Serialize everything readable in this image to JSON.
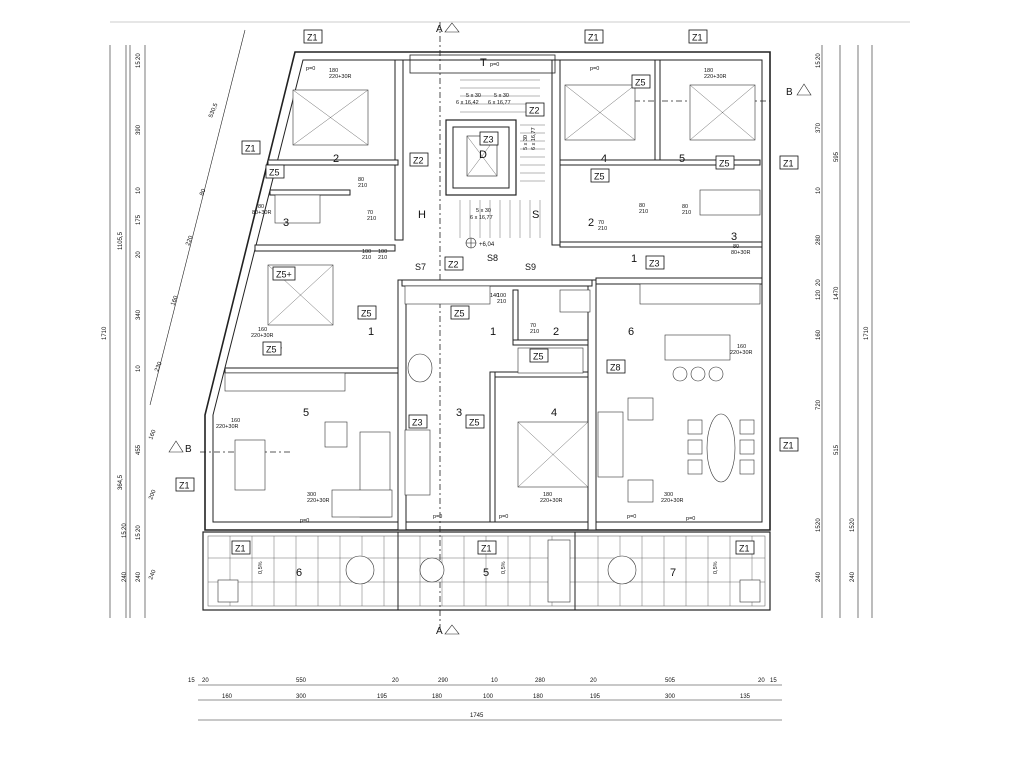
{
  "plan": {
    "rooms": [
      {
        "id": "w-2",
        "text": "2"
      },
      {
        "id": "w-3",
        "text": "3"
      },
      {
        "id": "w-1",
        "text": "1"
      },
      {
        "id": "w-4",
        "text": "4"
      },
      {
        "id": "w-5",
        "text": "5"
      },
      {
        "id": "w-6",
        "text": "6"
      },
      {
        "id": "h",
        "text": "H"
      },
      {
        "id": "s",
        "text": "S"
      },
      {
        "id": "d",
        "text": "D"
      },
      {
        "id": "t",
        "text": "T"
      },
      {
        "id": "m-1",
        "text": "1"
      },
      {
        "id": "m-2",
        "text": "2"
      },
      {
        "id": "m-3",
        "text": "3"
      },
      {
        "id": "m-4",
        "text": "4"
      },
      {
        "id": "m-5",
        "text": "5"
      },
      {
        "id": "e-4",
        "text": "4"
      },
      {
        "id": "e-5",
        "text": "5"
      },
      {
        "id": "e-2",
        "text": "2"
      },
      {
        "id": "e-3",
        "text": "3"
      },
      {
        "id": "e-1",
        "text": "1"
      },
      {
        "id": "e-6",
        "text": "6"
      },
      {
        "id": "e-7",
        "text": "7"
      }
    ],
    "tags": [
      {
        "id": "z1-top-left",
        "text": "Z1"
      },
      {
        "id": "z1-top-mid",
        "text": "Z1"
      },
      {
        "id": "z1-top-right",
        "text": "Z1"
      },
      {
        "id": "z1-left",
        "text": "Z1"
      },
      {
        "id": "z1-right-top",
        "text": "Z1"
      },
      {
        "id": "z1-right-mid",
        "text": "Z1"
      },
      {
        "id": "z1-bottom-left",
        "text": "Z1"
      },
      {
        "id": "z1-bottom-sw",
        "text": "Z1"
      },
      {
        "id": "z1-bottom-mid",
        "text": "Z1"
      },
      {
        "id": "z1-bottom-right",
        "text": "Z1"
      },
      {
        "id": "z2-left",
        "text": "Z2"
      },
      {
        "id": "z2-right",
        "text": "Z2"
      },
      {
        "id": "z2-hall",
        "text": "Z2"
      },
      {
        "id": "z3-core",
        "text": "Z3"
      },
      {
        "id": "z3-right",
        "text": "Z3"
      },
      {
        "id": "z3-mid",
        "text": "Z3"
      },
      {
        "id": "z5-a",
        "text": "Z5"
      },
      {
        "id": "z5-b",
        "text": "Z5+"
      },
      {
        "id": "z5-c",
        "text": "Z5"
      },
      {
        "id": "z5-d",
        "text": "Z5"
      },
      {
        "id": "z5-e",
        "text": "Z5"
      },
      {
        "id": "z5-f",
        "text": "Z5"
      },
      {
        "id": "z5-g",
        "text": "Z5"
      },
      {
        "id": "z5-h",
        "text": "Z5"
      },
      {
        "id": "z5-i",
        "text": "Z5"
      },
      {
        "id": "z5-j",
        "text": "Z5"
      },
      {
        "id": "z8",
        "text": "Z8"
      }
    ],
    "level_mark": "+6,04",
    "s_labels": [
      "S7",
      "S8",
      "S9"
    ],
    "section_marks": [
      "A",
      "A",
      "B",
      "B"
    ],
    "stair_notes": [
      "5 x 30",
      "6 x 16,42",
      "5 x 30",
      "6 x 16,77",
      "5 x 30",
      "6 x 16,77",
      "5 x 30",
      "6 x 16,77"
    ],
    "door_notes": [
      "80",
      "210",
      "70",
      "210",
      "100",
      "210",
      "100",
      "210",
      "70",
      "210",
      "80",
      "210",
      "80",
      "210",
      "70",
      "210",
      "160",
      "220+30R",
      "160",
      "220+30R",
      "160",
      "220+30R",
      "180",
      "220+30R",
      "300",
      "220+30R",
      "300",
      "220+30R",
      "80",
      "80+30R",
      "80",
      "80+30R",
      "180",
      "220+30R",
      "180",
      "220+30R",
      "100",
      "210",
      "140",
      "p=0",
      "p=0",
      "p=0",
      "p=0",
      "p=0",
      "p=0",
      "p=0",
      "p=0"
    ],
    "slope": "0,5%",
    "left_dims_outer": [
      "1710"
    ],
    "left_dims_mid": [
      "1105,5",
      "364,5"
    ],
    "left_dims_inner": [
      "20",
      "15",
      "390",
      "10",
      "175",
      "20",
      "340",
      "10",
      "455",
      "15",
      "20",
      "240"
    ],
    "left_dims_in2": [
      "15",
      "20",
      "240"
    ],
    "diag_dims": [
      "530,5",
      "80",
      "220",
      "160",
      "230",
      "160",
      "200",
      "240"
    ],
    "right_dims_inner": [
      "20",
      "15",
      "370",
      "10",
      "280",
      "20",
      "120",
      "160",
      "720",
      "15",
      "20",
      "240"
    ],
    "right_dims_mid": [
      "595",
      "1470",
      "515"
    ],
    "right_dims_outer": [
      "1710"
    ],
    "right_dims_in2": [
      "15",
      "20",
      "240"
    ],
    "bottom_row1": [
      "15",
      "20",
      "550",
      "20",
      "290",
      "10",
      "280",
      "20",
      "505",
      "20",
      "15"
    ],
    "bottom_row2": [
      "160",
      "300",
      "195",
      "180",
      "100",
      "180",
      "195",
      "300",
      "135"
    ],
    "bottom_total": "1745"
  }
}
